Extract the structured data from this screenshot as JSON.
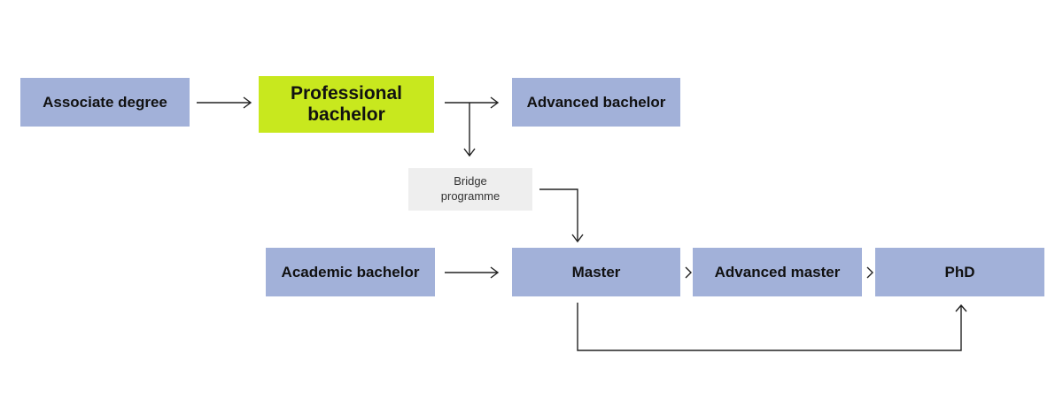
{
  "nodes": {
    "associate_degree": "Associate degree",
    "professional_bachelor_line1": "Professional",
    "professional_bachelor_line2": "bachelor",
    "advanced_bachelor": "Advanced bachelor",
    "bridge_programme_line1": "Bridge",
    "bridge_programme_line2": "programme",
    "academic_bachelor": "Academic bachelor",
    "master": "Master",
    "advanced_master": "Advanced master",
    "phd": "PhD"
  },
  "colors": {
    "node_fill": "#a2b1d9",
    "highlight_fill": "#c8e81e",
    "bridge_fill": "#eeeeee",
    "arrow": "#222222"
  }
}
